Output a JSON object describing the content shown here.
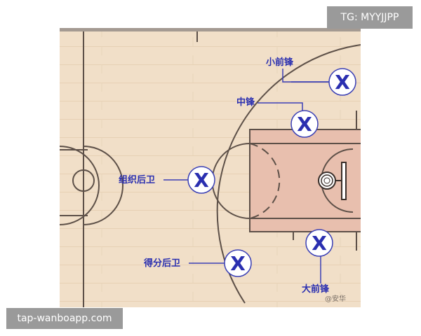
{
  "watermarks": {
    "top_right": "TG: MYYJJPP",
    "bottom_left": "tap-wanboapp.com"
  },
  "positions": {
    "small_forward": "小前锋",
    "center": "中锋",
    "point_guard": "组织后卫",
    "shooting_guard": "得分后卫",
    "power_forward": "大前锋"
  },
  "player_marker": "X",
  "credit": "@安华",
  "colors": {
    "court_floor": "#f1dfc8",
    "paint": "#e8bfae",
    "court_line": "#5d5048",
    "player_blue": "#2a2fb0"
  }
}
